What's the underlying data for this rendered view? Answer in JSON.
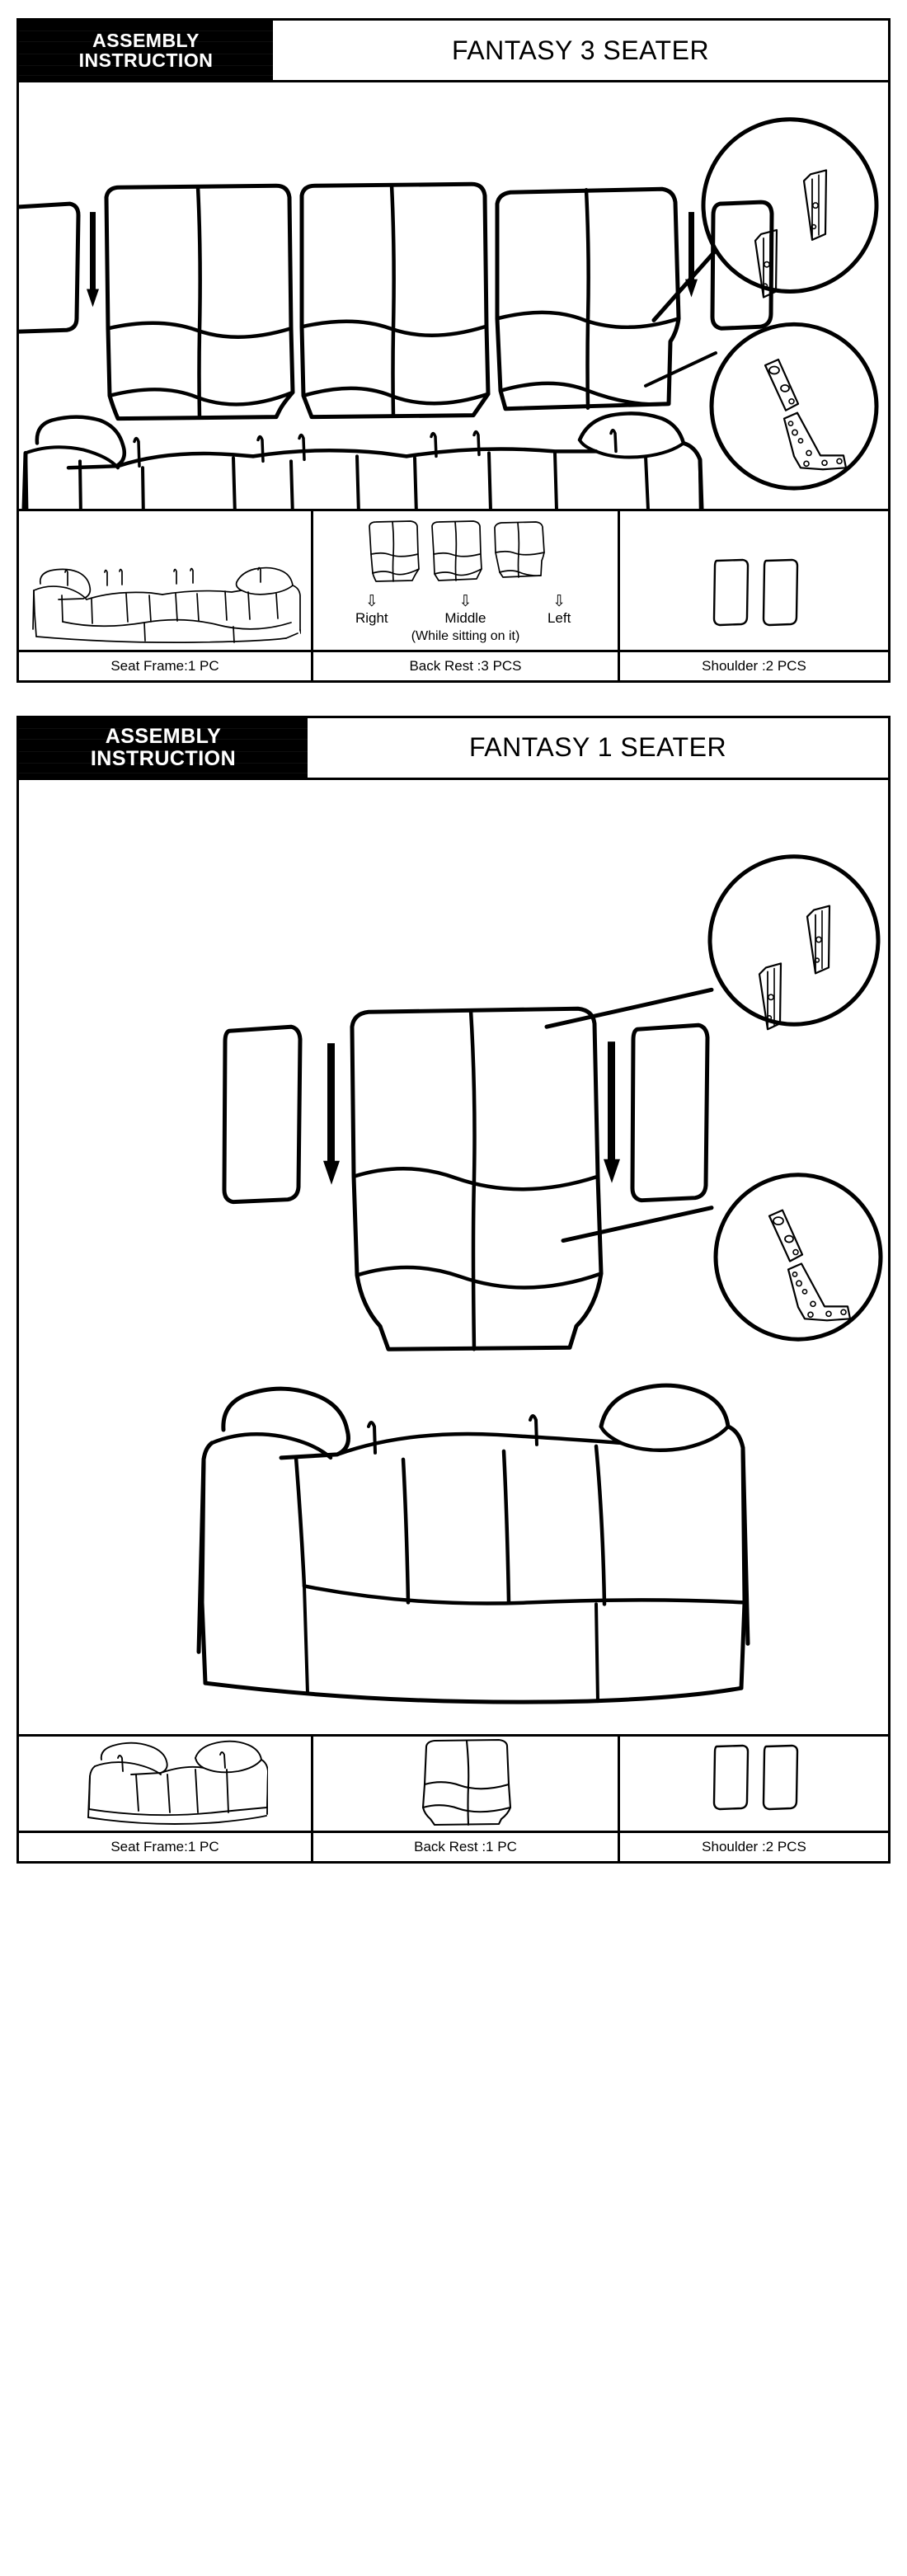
{
  "document": {
    "type": "furniture-assembly-instruction-sheet",
    "panel_count": 2
  },
  "panels": [
    {
      "badge": {
        "line1": "ASSEMBLY",
        "line2": "INSTRUCTION"
      },
      "title": "FANTASY 3 SEATER",
      "diagram": {
        "backrest_count": 3,
        "shoulder_count": 2,
        "arrow_count": 2,
        "callouts": [
          {
            "name": "bracket-rails-detail",
            "parts": 2
          },
          {
            "name": "bracket-hardware-detail",
            "parts": 2
          }
        ]
      },
      "parts_table": [
        {
          "art": "seat-frame-3seater",
          "label": "Seat Frame:1 PC"
        },
        {
          "art": "backrest-three",
          "label": "Back Rest :3 PCS",
          "positions": [
            "Right",
            "Middle",
            "Left"
          ],
          "arrow_glyph": "⇩",
          "note": "(While sitting on it)"
        },
        {
          "art": "shoulder-pair",
          "label": "Shoulder :2 PCS"
        }
      ]
    },
    {
      "badge": {
        "line1": "ASSEMBLY",
        "line2": "INSTRUCTION"
      },
      "title": "FANTASY 1 SEATER",
      "diagram": {
        "backrest_count": 1,
        "shoulder_count": 2,
        "arrow_count": 2,
        "callouts": [
          {
            "name": "bracket-rails-detail",
            "parts": 2
          },
          {
            "name": "bracket-hardware-detail",
            "parts": 2
          }
        ]
      },
      "parts_table": [
        {
          "art": "seat-frame-1seater",
          "label": "Seat Frame:1 PC"
        },
        {
          "art": "backrest-single",
          "label": "Back Rest  :1 PC"
        },
        {
          "art": "shoulder-pair",
          "label": "Shoulder :2 PCS"
        }
      ]
    }
  ],
  "colors": {
    "ink": "#000000",
    "paper": "#ffffff",
    "badge_background": "#000000",
    "badge_text": "#ffffff"
  }
}
